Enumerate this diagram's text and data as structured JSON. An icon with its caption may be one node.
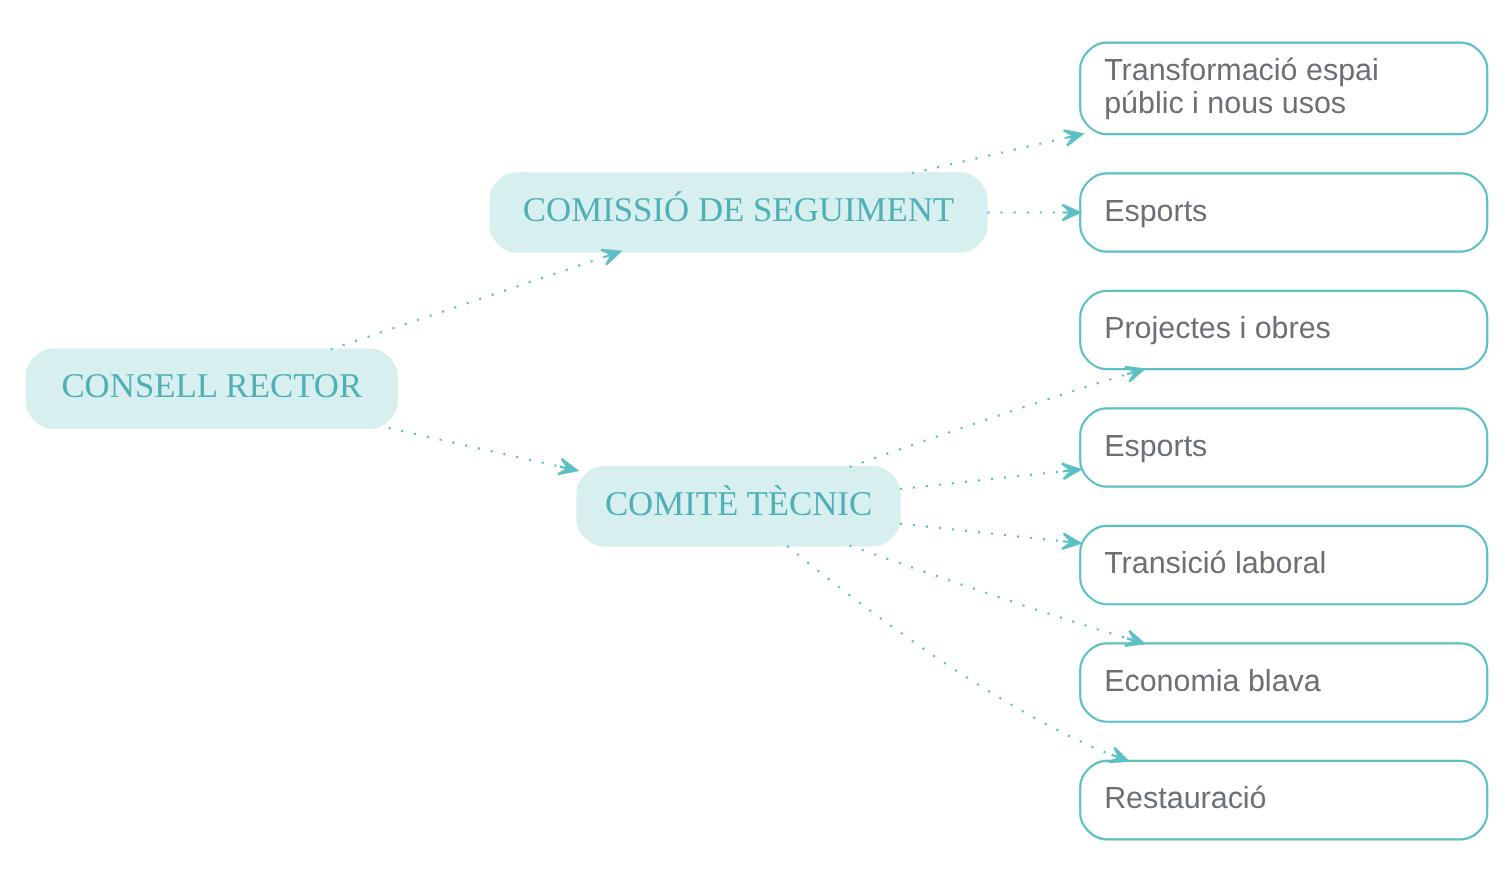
{
  "diagram": {
    "nodes": [
      {
        "text": [
          "CONSELL RECTOR"
        ]
      },
      {
        "text": [
          "COMISSIÓ DE SEGUIMENT"
        ]
      },
      {
        "text": [
          "COMITÈ TÈCNIC"
        ]
      },
      {
        "text": [
          "Transformació espai públic i nous usos"
        ]
      },
      {
        "text": [
          "Esports"
        ]
      },
      {
        "text": [
          "Projectes i obres"
        ]
      },
      {
        "text": [
          "Esports"
        ]
      },
      {
        "text": [
          "Transició laboral"
        ]
      },
      {
        "text": [
          "Economia blava"
        ]
      },
      {
        "text": [
          "Restauració"
        ]
      }
    ],
    "edges": [
      {
        "from": 0,
        "to": 1,
        "arrow": "to",
        "style": "dashed"
      },
      {
        "from": 0,
        "to": 2,
        "arrow": "to",
        "style": "dashed"
      },
      {
        "from": 1,
        "to": 3,
        "arrow": "to",
        "style": "dashed"
      },
      {
        "from": 1,
        "to": 4,
        "arrow": "to",
        "style": "dashed"
      },
      {
        "from": 2,
        "to": 5,
        "arrow": "to",
        "style": "dashed"
      },
      {
        "from": 2,
        "to": 6,
        "arrow": "to",
        "style": "dashed"
      },
      {
        "from": 2,
        "to": 7,
        "arrow": "to",
        "style": "dashed"
      },
      {
        "from": 2,
        "to": 8,
        "arrow": "to",
        "style": "dashed"
      },
      {
        "from": 2,
        "to": 9,
        "arrow": "to",
        "style": "dashed"
      }
    ]
  }
}
